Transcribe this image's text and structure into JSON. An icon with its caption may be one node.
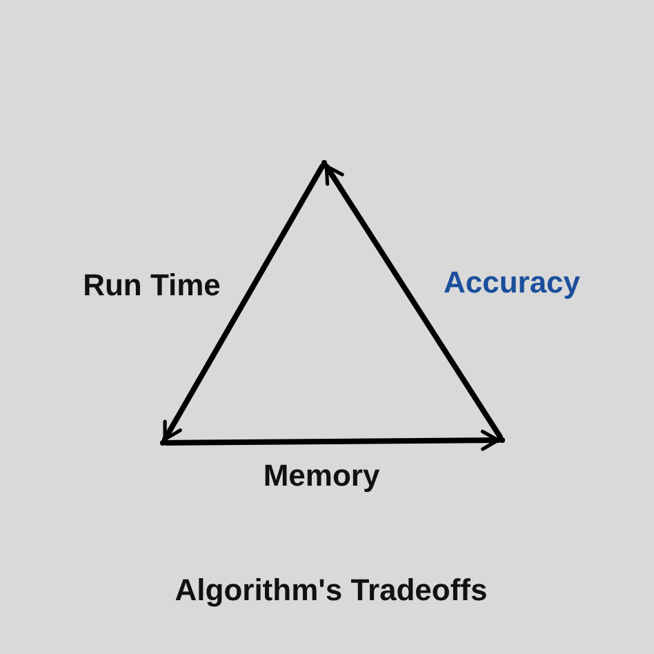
{
  "diagram": {
    "caption": "Algorithm's Tradeoffs",
    "nodes": [
      {
        "text": [],
        "shape": "point"
      },
      {
        "text": [],
        "shape": "point"
      },
      {
        "text": [],
        "shape": "point"
      }
    ],
    "edges": [
      {
        "from": 0,
        "to": 1,
        "arrow": "to",
        "label": "Run Time"
      },
      {
        "from": 1,
        "to": 2,
        "arrow": "to",
        "label": "Memory"
      },
      {
        "from": 2,
        "to": 0,
        "arrow": "to",
        "label": "Accuracy"
      }
    ]
  }
}
